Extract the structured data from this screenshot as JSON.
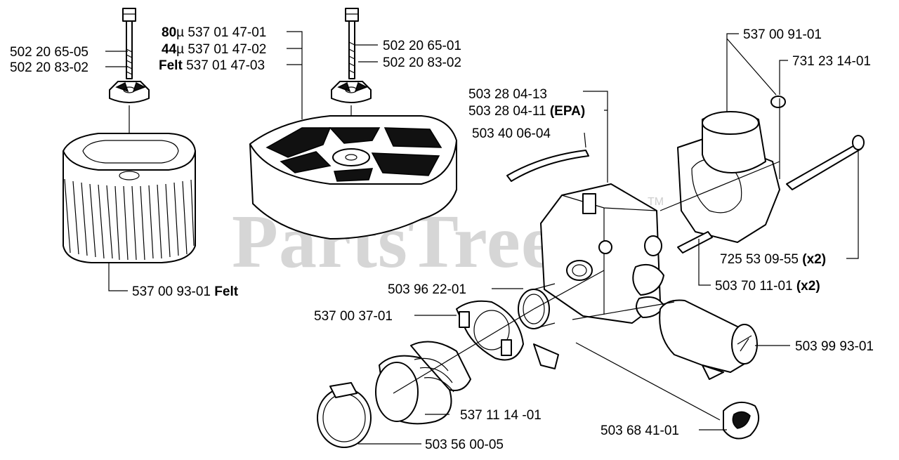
{
  "watermark": {
    "text": "PartsTree",
    "tm": "TM"
  },
  "labels": {
    "bolt_left_part": "502 20 65-05",
    "nut_left_part": "502 20 83-02",
    "filter_left": {
      "part": "537 00 93-01",
      "suffix": "Felt"
    },
    "filter_80": {
      "prefix": "80",
      "micro": "µ",
      "part": "537 01 47-01"
    },
    "filter_44": {
      "prefix": "44",
      "micro": "µ",
      "part": "537 01 47-02"
    },
    "filter_felt": {
      "prefix": "Felt",
      "part": "537 01 47-03"
    },
    "bolt_mid_part": "502 20 65-01",
    "nut_mid_part": "502 20 83-02",
    "carb_a": "503 28 04-13",
    "carb_b": {
      "part": "503 28 04-11",
      "suffix": "(EPA)"
    },
    "hose": "503 40 06-04",
    "ring": "503 96 22-01",
    "clamp_bracket": "537 00 37-01",
    "intake_boot": "537 11 14 -01",
    "hose_clamp": "503 56 00-05",
    "insulator": "537 00 91-01",
    "nut_right": "731 23 14-01",
    "long_bolt": {
      "part": "725 53 09-55",
      "suffix": "(x2)"
    },
    "pin": {
      "part": "503 70 11-01",
      "suffix": "(x2)"
    },
    "air_duct": "503 99 93-01",
    "grommet": "503 68 41-01"
  }
}
